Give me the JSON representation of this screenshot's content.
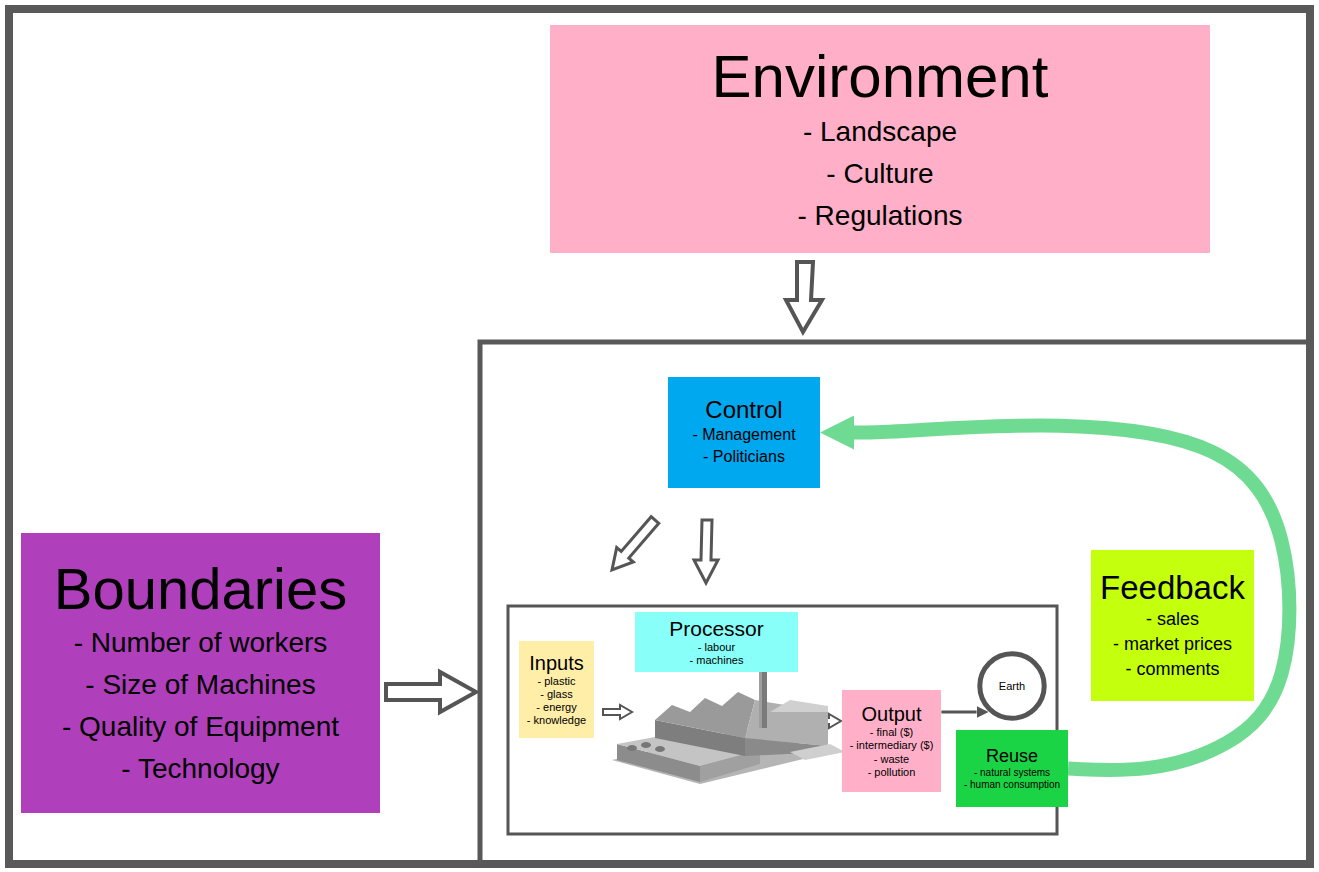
{
  "diagram": {
    "nodes": [
      {
        "text": [
          "Environment",
          "- Landscape",
          "- Culture",
          "- Regulations"
        ]
      },
      {
        "text": [
          "Boundaries",
          "- Number of workers",
          "- Size of Machines",
          "- Quality of Equipment",
          "- Technology"
        ]
      },
      {
        "text": [
          "Control",
          "- Management",
          "- Politicians"
        ]
      },
      {
        "text": [
          "Processor",
          "- labour",
          "- machines"
        ]
      },
      {
        "text": [
          "Inputs",
          "- plastic",
          "- glass",
          "- energy",
          "- knowledge"
        ]
      },
      {
        "text": [
          "Output",
          "- final ($)",
          "- intermediary ($)",
          "- waste",
          "- pollution"
        ]
      },
      {
        "text": [
          "Earth"
        ]
      },
      {
        "text": [
          "Reuse",
          "- natural systems",
          "- human consumption"
        ]
      },
      {
        "text": [
          "Feedback",
          "- sales",
          "- market prices",
          "- comments"
        ]
      }
    ],
    "edges": [
      {
        "from": 5,
        "to": 6,
        "arrow": "to"
      },
      {
        "from": 7,
        "to": 2,
        "arrow": "to"
      }
    ]
  }
}
